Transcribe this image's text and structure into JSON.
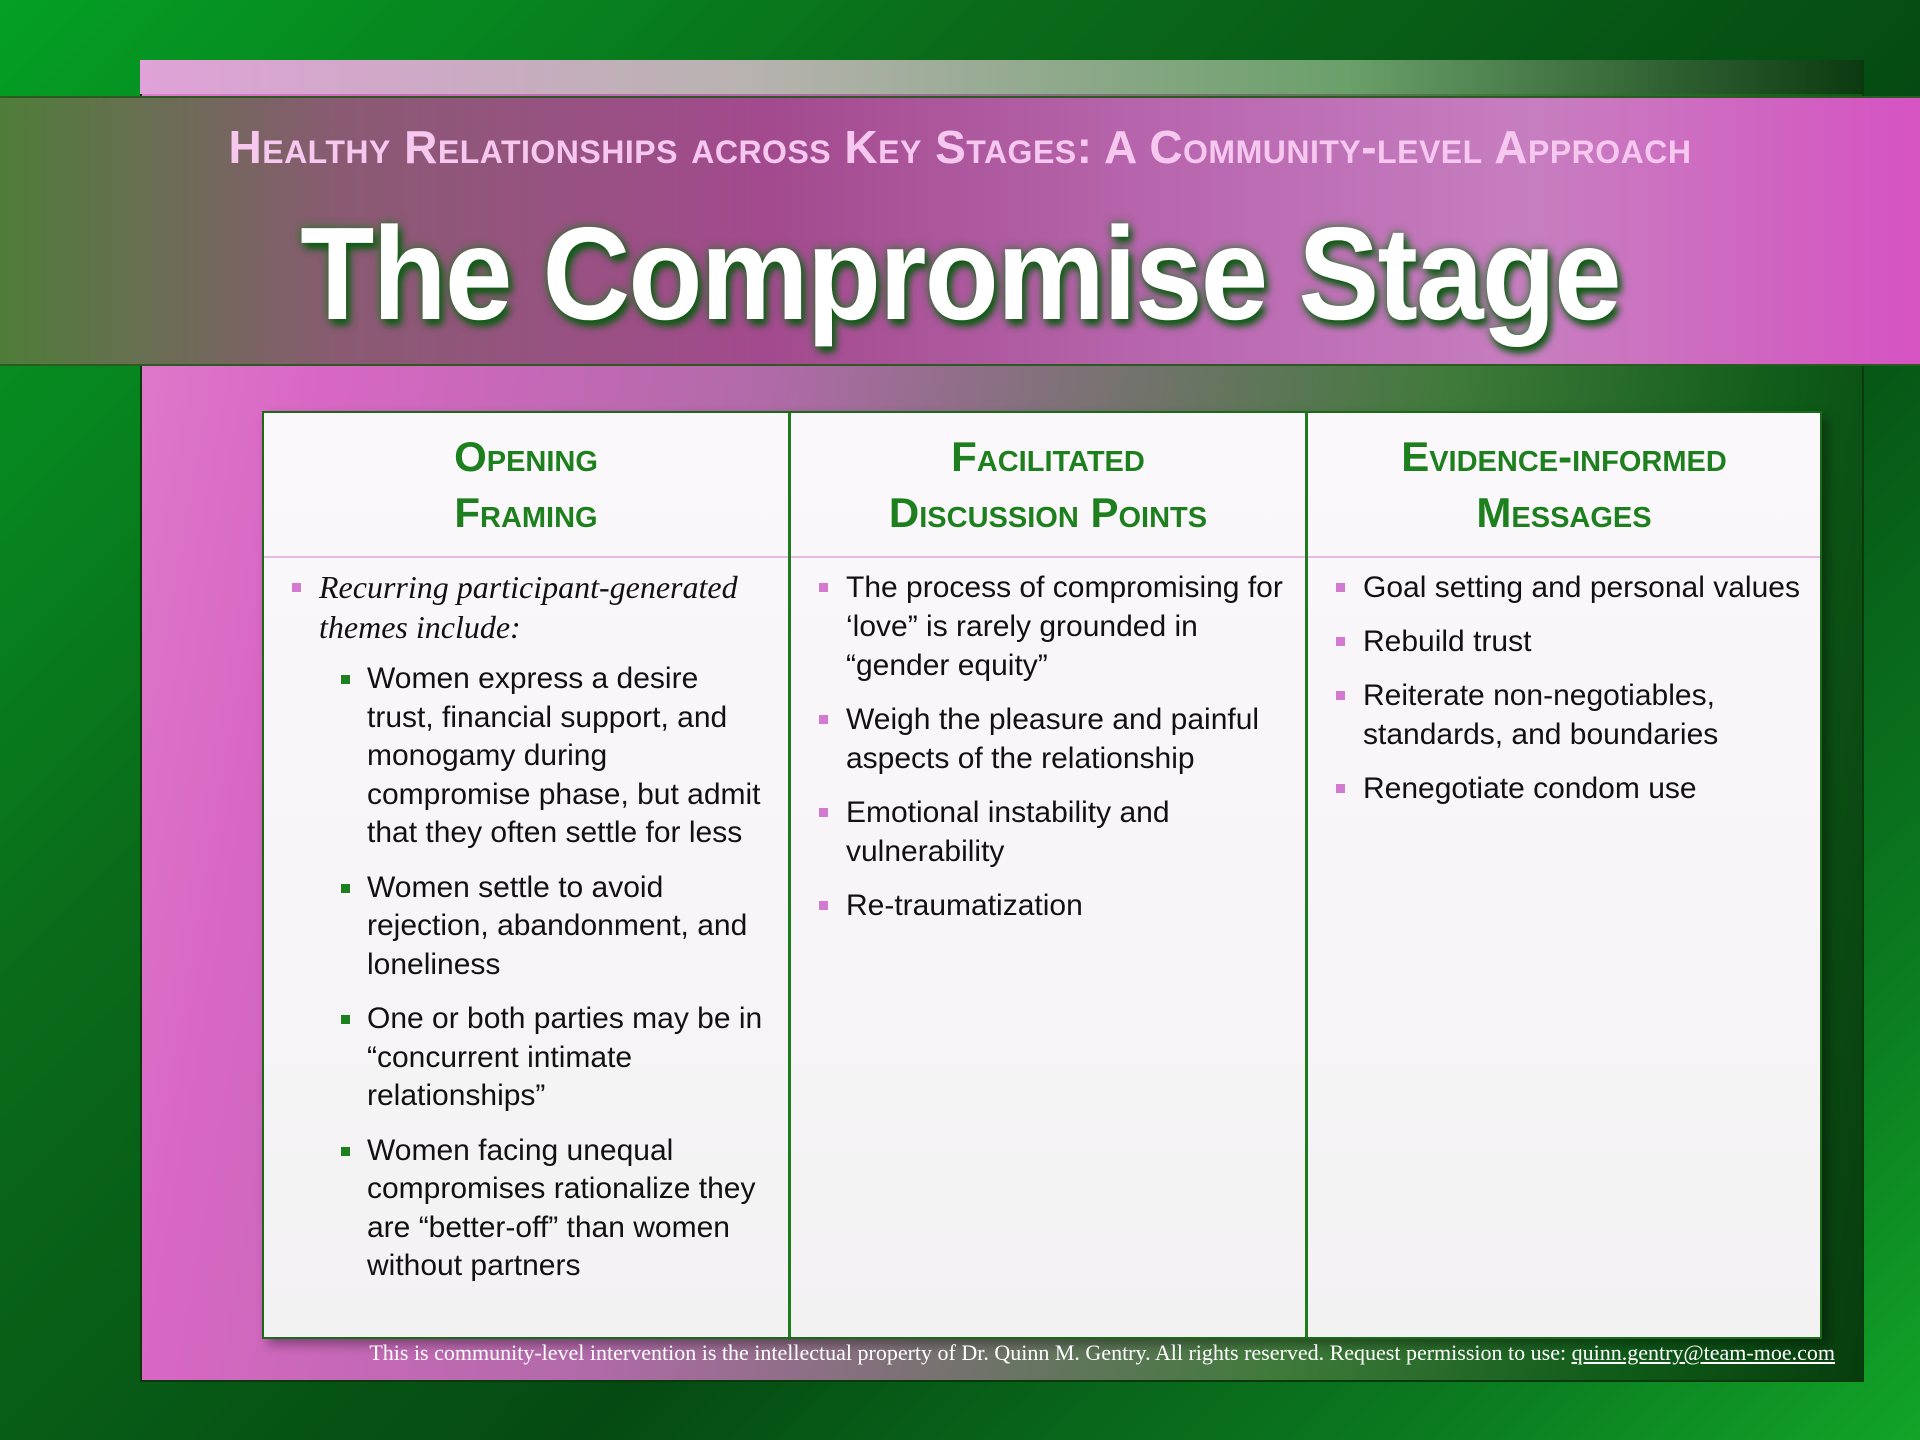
{
  "header": {
    "subtitle": "Healthy Relationships across Key Stages: A Community-level Approach",
    "title": "The Compromise Stage"
  },
  "columns": [
    {
      "heading": "Opening\nFraming",
      "intro": "Recurring participant-generated themes include:",
      "items": [
        "Women express a desire trust, financial support, and monogamy during compromise phase, but admit that they often settle for less",
        "Women settle to avoid rejection, abandonment, and loneliness",
        "One or both parties may be in “concurrent intimate relationships”",
        "Women facing unequal compromises rationalize they are “better-off” than women without partners"
      ]
    },
    {
      "heading": "Facilitated\nDiscussion Points",
      "items": [
        "The process of compromising for ‘love” is rarely grounded in “gender equity”",
        "Weigh the pleasure and painful aspects of the relationship",
        "Emotional instability and vulnerability",
        "Re-traumatization"
      ]
    },
    {
      "heading": "Evidence-informed\nMessages",
      "items": [
        "Goal setting and personal values",
        "Rebuild trust",
        "Reiterate non-negotiables, standards, and boundaries",
        "Renegotiate condom use"
      ]
    }
  ],
  "footer": {
    "text": "This is community-level intervention is the intellectual property of Dr. Quinn M. Gentry.  All rights reserved.  Request permission to use: ",
    "email": "quinn.gentry@team-moe.com"
  },
  "colors": {
    "accent_green": "#1e7f1e",
    "accent_pink": "#d27ad0",
    "subtitle_pink": "#f6c8f0"
  }
}
